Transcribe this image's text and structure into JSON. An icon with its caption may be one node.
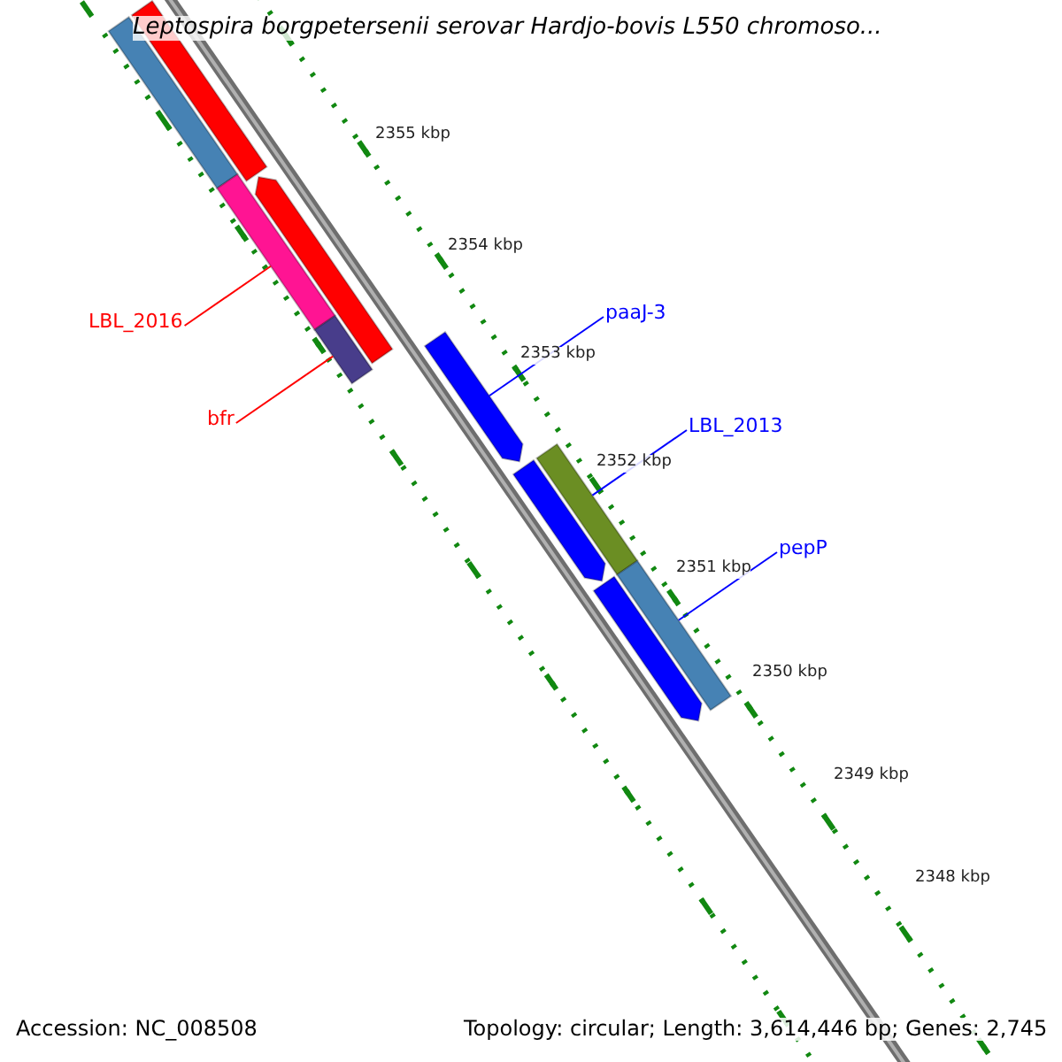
{
  "diagram": {
    "title": "Leptospira borgpetersenii serovar Hardjo-bovis L550 chromoso...",
    "nodes": [
      {
        "text": [
          "LBL_2016"
        ]
      },
      {
        "text": [
          "bfr"
        ]
      },
      {
        "text": [
          "paaJ-3"
        ]
      },
      {
        "text": [
          "LBL_2013"
        ]
      },
      {
        "text": [
          "pepP"
        ]
      },
      {
        "text": [],
        "shape": "bar"
      },
      {
        "text": [],
        "shape": "bar"
      },
      {
        "text": [],
        "shape": "bar"
      },
      {
        "text": [],
        "shape": "bar"
      },
      {
        "text": [],
        "shape": "bar"
      },
      {
        "text": [],
        "shape": "bar"
      },
      {
        "text": [],
        "shape": "bar"
      },
      {
        "text": [],
        "shape": "bar"
      },
      {
        "text": [],
        "shape": "bar"
      },
      {
        "text": [],
        "shape": "bar"
      }
    ],
    "edges": [
      {
        "from": 0,
        "to": 7,
        "arrow": "none",
        "color": "#ff0000"
      },
      {
        "from": 1,
        "to": 9,
        "arrow": "none",
        "color": "#ff0000"
      },
      {
        "from": 2,
        "to": 10,
        "arrow": "none"
      },
      {
        "from": 3,
        "to": 11,
        "arrow": "none"
      },
      {
        "from": 4,
        "to": 13,
        "arrow": "none"
      }
    ],
    "labels": [
      "2355 kbp",
      "2354 kbp",
      "2353 kbp",
      "2352 kbp",
      "2351 kbp",
      "2350 kbp",
      "2349 kbp",
      "2348 kbp",
      "Accession: NC_008508",
      "Topology: circular; Length: 3,614,446 bp; Genes: 2,745"
    ]
  }
}
